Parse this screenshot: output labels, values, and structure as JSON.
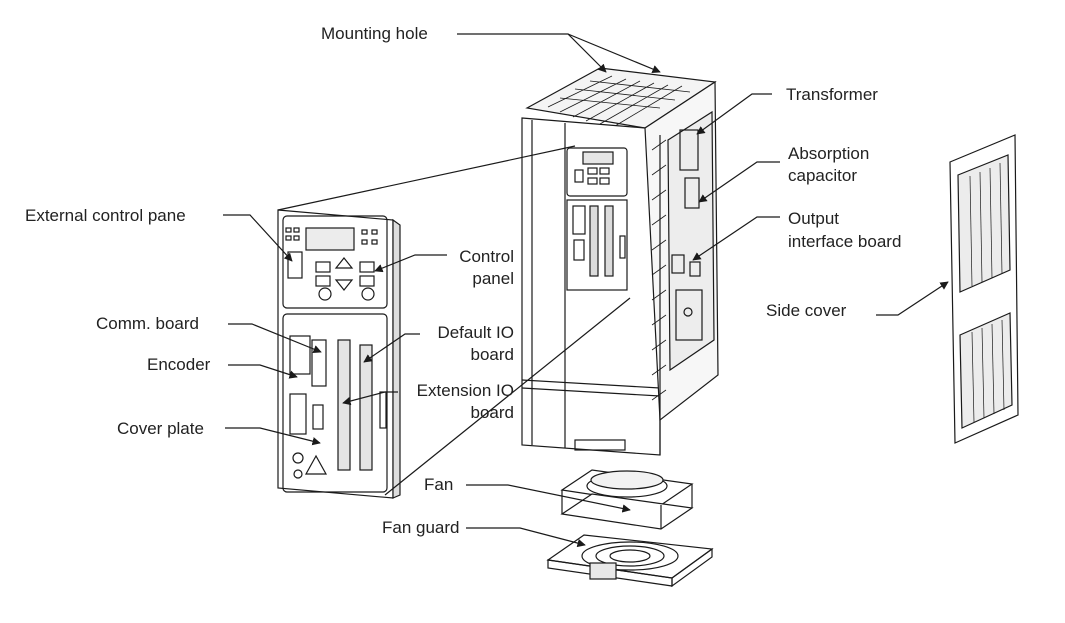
{
  "labels": {
    "mounting_hole": "Mounting hole",
    "transformer": "Transformer",
    "absorption_capacitor_1": "Absorption",
    "absorption_capacitor_2": "capacitor",
    "output_interface_1": "Output",
    "output_interface_2": "interface board",
    "side_cover": "Side cover",
    "external_control_panel": "External control pane",
    "control_panel_1": "Control",
    "control_panel_2": "panel",
    "comm_board": "Comm. board",
    "encoder": "Encoder",
    "cover_plate": "Cover plate",
    "default_io_1": "Default IO",
    "default_io_2": "board",
    "extension_io_1": "Extension IO",
    "extension_io_2": "board",
    "fan": "Fan",
    "fan_guard": "Fan guard"
  },
  "colors": {
    "line": "#1a1a1a",
    "text": "#222222",
    "background": "#ffffff"
  }
}
